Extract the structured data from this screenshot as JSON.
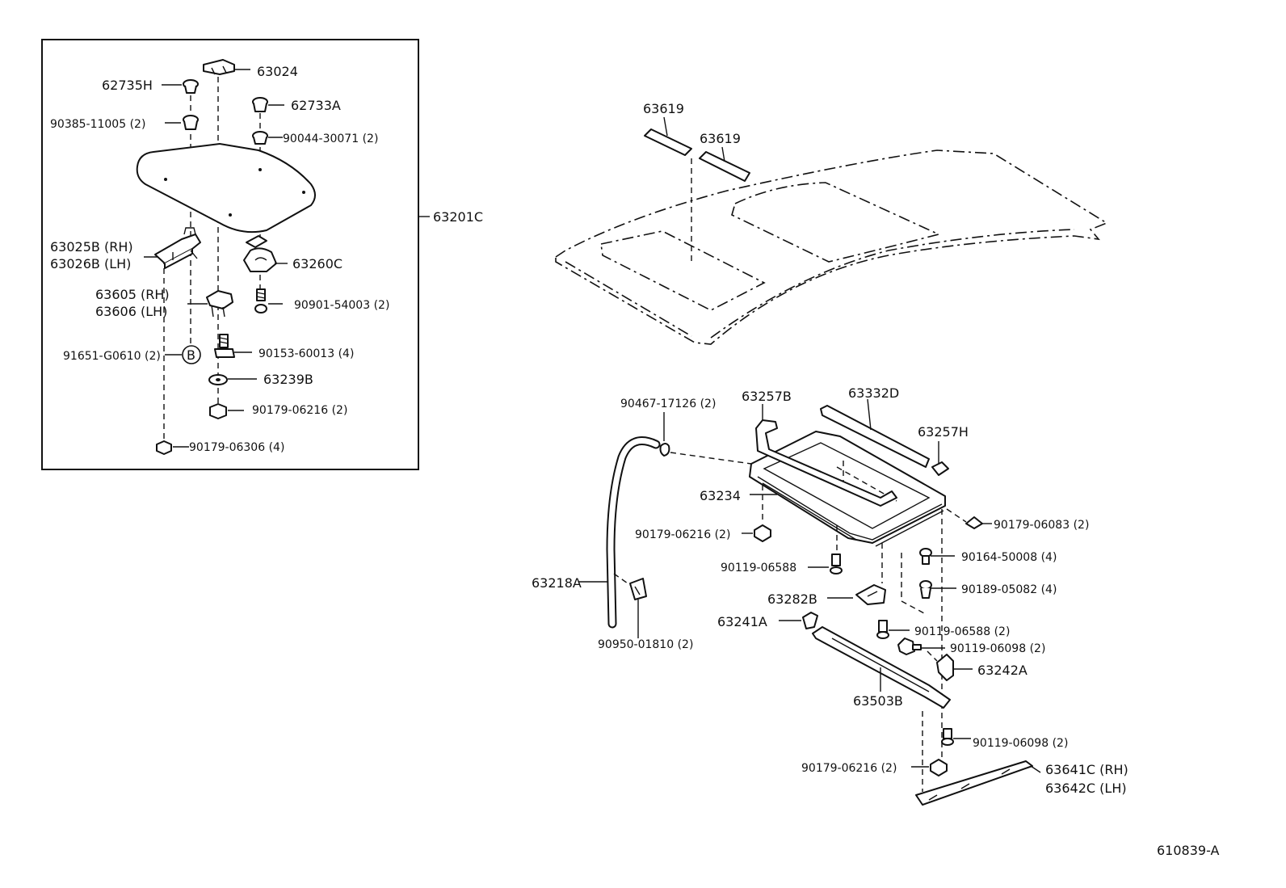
{
  "diagram_code": "610839-A",
  "labels": {
    "p63024": "63024",
    "p62735H": "62735H",
    "p62733A": "62733A",
    "p90385": "90385-11005 (2)",
    "p90044": "90044-30071 (2)",
    "p63201C": "63201C",
    "p63025B": "63025B (RH)",
    "p63026B": "63026B (LH)",
    "p63260C": "63260C",
    "p90901": "90901-54003 (2)",
    "p63605": "63605 (RH)",
    "p63606": "63606 (LH)",
    "p91651": "91651-G0610 (2)",
    "marker_b": "B",
    "p90153": "90153-60013 (4)",
    "p63239B": "63239B",
    "p90179_06216_a": "90179-06216 (2)",
    "p90179_06306": "90179-06306 (4)",
    "p63619_a": "63619",
    "p63619_b": "63619",
    "p90467": "90467-17126 (2)",
    "p63257B": "63257B",
    "p63332D": "63332D",
    "p63257H": "63257H",
    "p63234": "63234",
    "p90179_06083": "90179-06083 (2)",
    "p90179_06216_b": "90179-06216 (2)",
    "p90164": "90164-50008 (4)",
    "p90119_06588_a": "90119-06588",
    "p90189": "90189-05082 (4)",
    "p63218A": "63218A",
    "p63282B": "63282B",
    "p63241A": "63241A",
    "p90119_06588_b": "90119-06588 (2)",
    "p90119_06098_a": "90119-06098 (2)",
    "p63242A": "63242A",
    "p90950": "90950-01810 (2)",
    "p63503B": "63503B",
    "p90119_06098_b": "90119-06098 (2)",
    "p90179_06216_c": "90179-06216 (2)",
    "p63641C": "63641C (RH)",
    "p63642C": "63642C (LH)"
  }
}
